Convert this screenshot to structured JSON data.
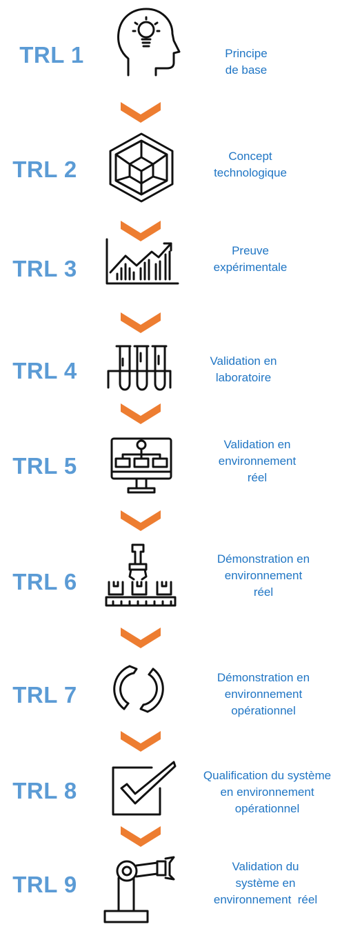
{
  "colors": {
    "label": "#5b9bd5",
    "text": "#1f75c4",
    "chevron": "#ed7d31",
    "icon": "#111111"
  },
  "stages": [
    {
      "label": "TRL 1",
      "icon": "head-bulb-icon",
      "desc": [
        "Principe",
        "de base"
      ]
    },
    {
      "label": "TRL 2",
      "icon": "cube-icon",
      "desc": [
        "Concept",
        "technologique"
      ]
    },
    {
      "label": "TRL 3",
      "icon": "growth-chart-icon",
      "desc": [
        "Preuve",
        "expérimentale"
      ]
    },
    {
      "label": "TRL 4",
      "icon": "test-tubes-icon",
      "desc": [
        "Validation en",
        "laboratoire"
      ]
    },
    {
      "label": "TRL 5",
      "icon": "monitor-hierarchy-icon",
      "desc": [
        "Validation en",
        "environnement",
        "réel"
      ]
    },
    {
      "label": "TRL 6",
      "icon": "factory-line-icon",
      "desc": [
        "Démonstration en",
        "environnement",
        "réel"
      ]
    },
    {
      "label": "TRL 7",
      "icon": "cycle-arrows-icon",
      "desc": [
        "Démonstration en",
        "environnement",
        "opérationnel"
      ]
    },
    {
      "label": "TRL 8",
      "icon": "checkbox-icon",
      "desc": [
        "Qualification du système",
        "en environnement",
        "opérationnel"
      ]
    },
    {
      "label": "TRL 9",
      "icon": "robot-arm-icon",
      "desc": [
        "Validation du",
        "système en",
        "environnement  réel"
      ]
    }
  ]
}
